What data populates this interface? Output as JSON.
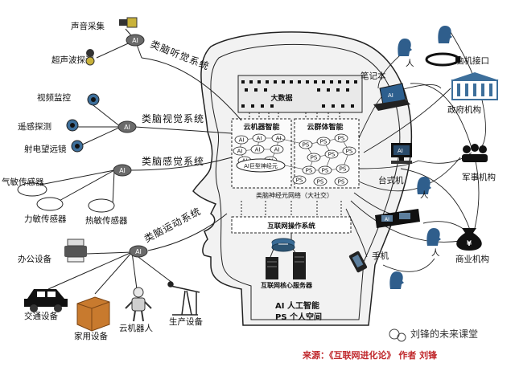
{
  "top_left_labels": {
    "sound": "声音采集",
    "ultrasonic": "超声波探测",
    "video": "视频监控",
    "remote": "遥感探测",
    "telescope": "射电望远镜",
    "gas": "气敏传感器",
    "force": "力敏传感器",
    "heat": "热敏传感器",
    "office": "办公设备",
    "transport": "交通设备",
    "home": "家用设备",
    "robot": "云机器人",
    "production": "生产设备"
  },
  "systems": {
    "hearing": "类脑听觉系统",
    "vision": "类脑视觉系统",
    "sensory": "类脑感觉系统",
    "motor": "类脑运动系统"
  },
  "hub_label": "AI",
  "brain": {
    "big_data": "大数据",
    "cloud_robot": "云机器智能",
    "cloud_group": "云群体智能",
    "ai_node": "AI",
    "ps_node": "PS",
    "ai_core": "AI巨型神经元",
    "neural_net": "类脑神经元网络（大社交）",
    "os": "互联网操作系统",
    "core_server": "互联网核心服务器"
  },
  "right_labels": {
    "person": "人",
    "bci": "脑机接口",
    "laptop": "笔记本",
    "gov": "政府机构",
    "desktop": "台式机",
    "military": "军事机构",
    "phone": "手机",
    "business": "商业机构",
    "money": "¥"
  },
  "legend": {
    "ai": "AI  人工智能",
    "ps": "PS  个人空间"
  },
  "watermark": "刘锋的未来课堂",
  "source": "来源：《互联网进化论》 作者 刘锋",
  "colors": {
    "source_red": "#c0282c",
    "hub_gray": "#6a6a6a"
  }
}
